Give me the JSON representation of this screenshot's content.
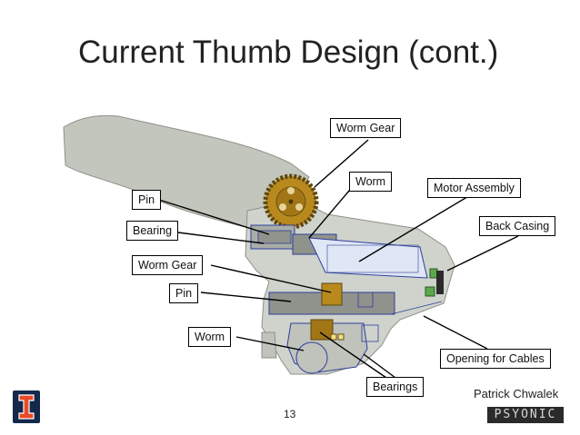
{
  "slide": {
    "title": "Current Thumb Design (cont.)",
    "author": "Patrick Chwalek",
    "page_number": "13"
  },
  "labels": {
    "worm_gear_top": "Worm Gear",
    "worm_top": "Worm",
    "motor_assembly": "Motor Assembly",
    "pin_top": "Pin",
    "bearing": "Bearing",
    "back_casing": "Back Casing",
    "worm_gear_left": "Worm Gear",
    "pin_left": "Pin",
    "worm_bottom": "Worm",
    "opening_for_cables": "Opening for Cables",
    "bearings": "Bearings"
  },
  "logos": {
    "left": "university-block-i-logo",
    "right": "PSYONIC"
  },
  "colors": {
    "casing": "#cfd3cc",
    "casing_dark": "#a9ada6",
    "thumb_shell": "#c3c6bd",
    "gear_gold": "#b88a1e",
    "motor_blue": "#dfe6f5",
    "outline_blue": "#2f3f9a",
    "uiuc_navy": "#13294B",
    "uiuc_orange": "#E84A27"
  }
}
